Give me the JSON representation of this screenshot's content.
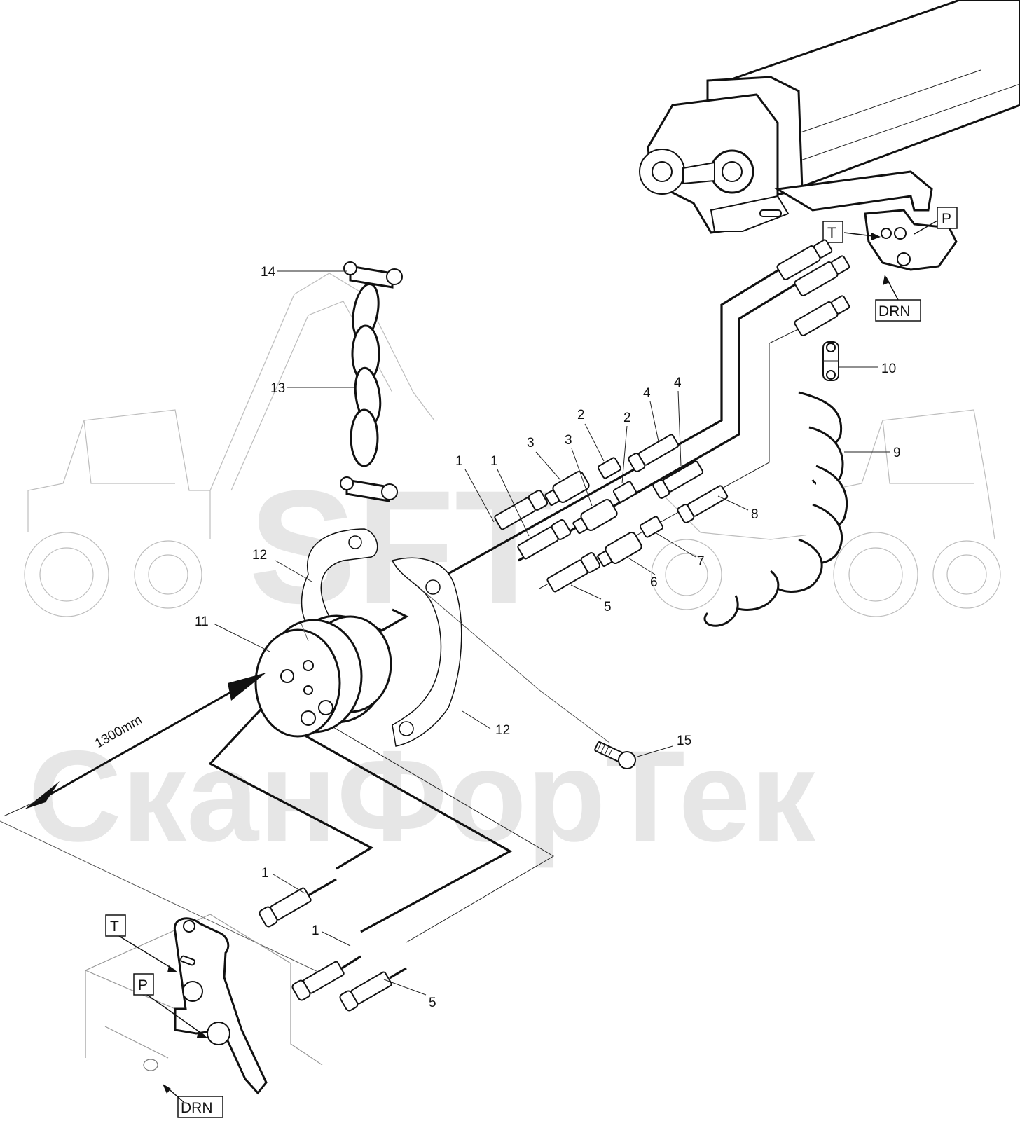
{
  "watermark": {
    "logo": "SFT",
    "brand": "СканФорТек"
  },
  "dimension": {
    "text": "1300mm"
  },
  "port_labels": {
    "top_t": "T",
    "top_p": "P",
    "top_drn": "DRN",
    "bottom_t": "T",
    "bottom_p": "P",
    "bottom_drn": "DRN"
  },
  "callouts": [
    {
      "id": "c14",
      "text": "14"
    },
    {
      "id": "c13",
      "text": "13"
    },
    {
      "id": "c1a",
      "text": "1"
    },
    {
      "id": "c1b",
      "text": "1"
    },
    {
      "id": "c3a",
      "text": "3"
    },
    {
      "id": "c3b",
      "text": "3"
    },
    {
      "id": "c2a",
      "text": "2"
    },
    {
      "id": "c2b",
      "text": "2"
    },
    {
      "id": "c4a",
      "text": "4"
    },
    {
      "id": "c4b",
      "text": "4"
    },
    {
      "id": "c8",
      "text": "8"
    },
    {
      "id": "c7",
      "text": "7"
    },
    {
      "id": "c6",
      "text": "6"
    },
    {
      "id": "c5a",
      "text": "5"
    },
    {
      "id": "c9",
      "text": "9"
    },
    {
      "id": "c10",
      "text": "10"
    },
    {
      "id": "c12a",
      "text": "12"
    },
    {
      "id": "c12b",
      "text": "12"
    },
    {
      "id": "c11",
      "text": "11"
    },
    {
      "id": "c15",
      "text": "15"
    },
    {
      "id": "c1c",
      "text": "1"
    },
    {
      "id": "c1d",
      "text": "1"
    },
    {
      "id": "c5b",
      "text": "5"
    }
  ]
}
